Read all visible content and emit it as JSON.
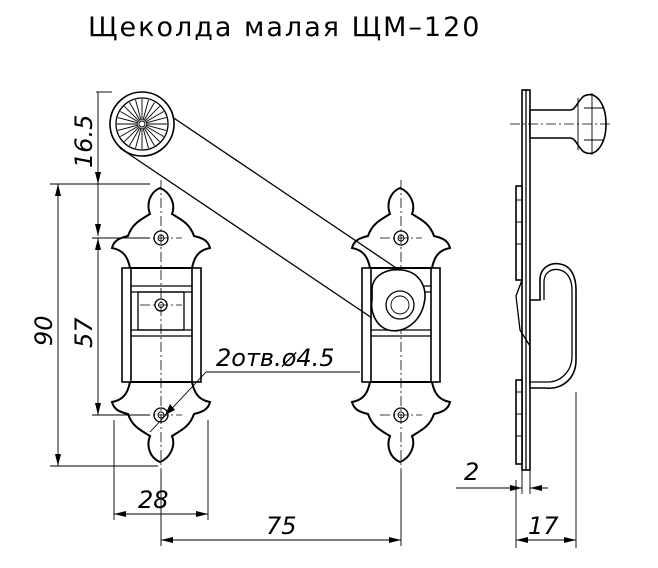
{
  "title": "Щеколда малая ЩМ–120",
  "dimensions": {
    "knob_offset": "16.5",
    "height_overall": "90",
    "hole_spacing": "57",
    "holes_note": "2отв.ø4.5",
    "width_plate": "28",
    "plate_spacing": "75",
    "thickness": "2",
    "depth": "17"
  }
}
